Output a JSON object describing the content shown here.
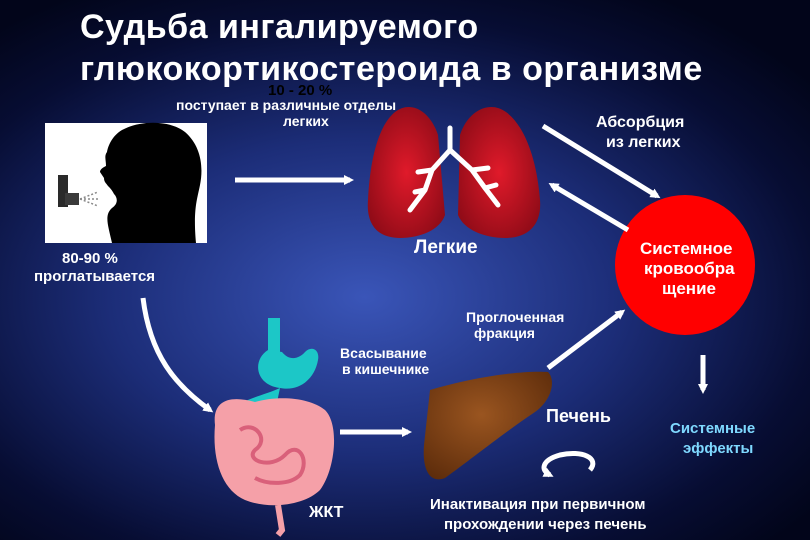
{
  "title": {
    "line1": "Судьба ингалируемого",
    "line2": "глюкокортикостероида в организме"
  },
  "labels": {
    "lungs_percent": "10 - 20 %",
    "lungs_delivery_line1": "поступает в различные отделы",
    "lungs_delivery_line2": "легких",
    "swallowed_percent": "80-90 %",
    "swallowed_text": "проглатывается",
    "lungs": "Легкие",
    "absorption_line1": "Абсорбция",
    "absorption_line2": "из легких",
    "systemic_circ_line1": "Системное",
    "systemic_circ_line2": "кровообра",
    "systemic_circ_line3": "щение",
    "swallowed_fraction_line1": "Проглоченная",
    "swallowed_fraction_line2": "фракция",
    "gut_absorption_line1": "Всасывание",
    "gut_absorption_line2": "в кишечнике",
    "liver": "Печень",
    "systemic_effects_line1": "Системные",
    "systemic_effects_line2": "эффекты",
    "git": "ЖКТ",
    "inactivation_line1": "Инактивация при первичном",
    "inactivation_line2": "прохождении через печень"
  },
  "colors": {
    "background": "#1c2d78",
    "circle": "#ff0000",
    "lungs": "#b3121f",
    "liver": "#7a3d12",
    "stomach": "#1cc7c7",
    "intestine": "#f5a0a8",
    "arrow": "#ffffff",
    "effects_text": "#7fd9ff"
  }
}
